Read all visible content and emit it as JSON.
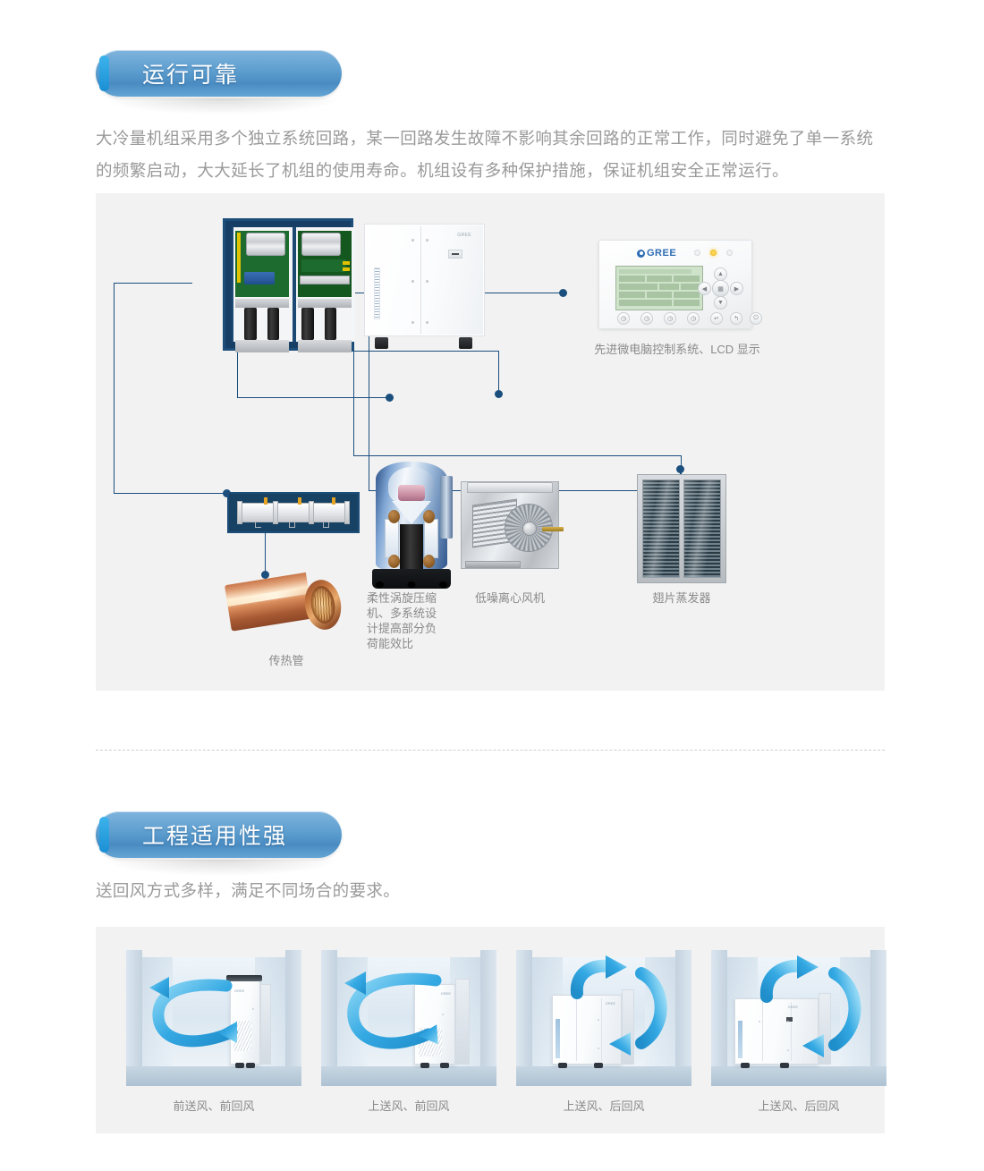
{
  "sections": [
    {
      "badge_label": "运行可靠",
      "paragraph": "大冷量机组采用多个独立系统回路，某一回路发生故障不影响其余回路的正常工作，同时避免了单一系统的频繁启动，大大延长了机组的使用寿命。机组设有多种保护措施，保证机组安全正常运行。",
      "captions": {
        "controller": "先进微电脑控制系统、LCD 显示",
        "compressor": "柔性涡旋压缩机、多系统设计提高部分负荷能效比",
        "fan": "低噪离心风机",
        "evaporator": "翅片蒸发器",
        "heat_tube": "传热管"
      },
      "controller": {
        "brand": "GREE",
        "dpad": {
          "up": "▲",
          "down": "▼",
          "left": "◀",
          "right": "▶",
          "center": "▦"
        },
        "bottom_buttons": [
          "◷",
          "◷",
          "◷",
          "◷"
        ],
        "right_buttons": [
          "↵",
          "↰",
          "⏻"
        ]
      }
    },
    {
      "badge_label": "工程适用性强",
      "paragraph": "送回风方式多样，满足不同场合的要求。",
      "airflow_modes": [
        {
          "caption": "前送风、前回风"
        },
        {
          "caption": "上送风、前回风"
        },
        {
          "caption": "上送风、后回风"
        },
        {
          "caption": "上送风、后回风"
        }
      ]
    }
  ],
  "colors": {
    "badge_blue": "#5d9ecf",
    "badge_rim": "#28a8e8",
    "panel_grey": "#f2f2f2",
    "connector_blue": "#1b4f7e",
    "body_text": "#9a9a9a",
    "caption_text": "#8a8a8a",
    "arrow_blue": "#2aa3e0"
  }
}
